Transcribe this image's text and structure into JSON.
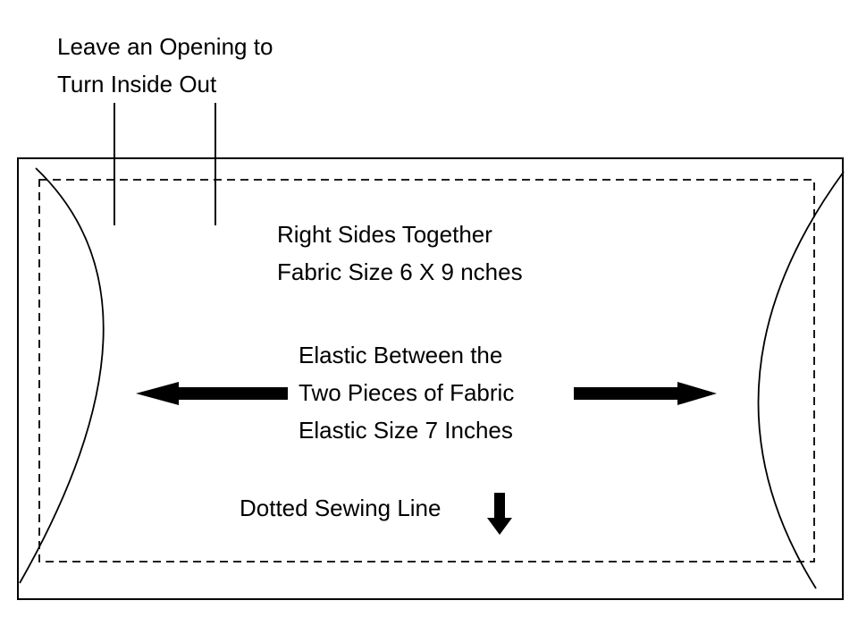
{
  "labels": {
    "opening": [
      "Leave an Opening to",
      "Turn Inside Out"
    ],
    "fabric": [
      "Right Sides Together",
      "Fabric Size 6 X 9 nches"
    ],
    "elastic": [
      "Elastic Between the",
      "Two Pieces of Fabric",
      "Elastic Size 7 Inches"
    ],
    "sewing_line": "Dotted Sewing Line"
  },
  "colors": {
    "line": "#000000",
    "background": "#ffffff"
  },
  "icons": {
    "left_arrow": "arrow-left-icon",
    "right_arrow": "arrow-right-icon",
    "down_arrow": "arrow-down-icon"
  }
}
